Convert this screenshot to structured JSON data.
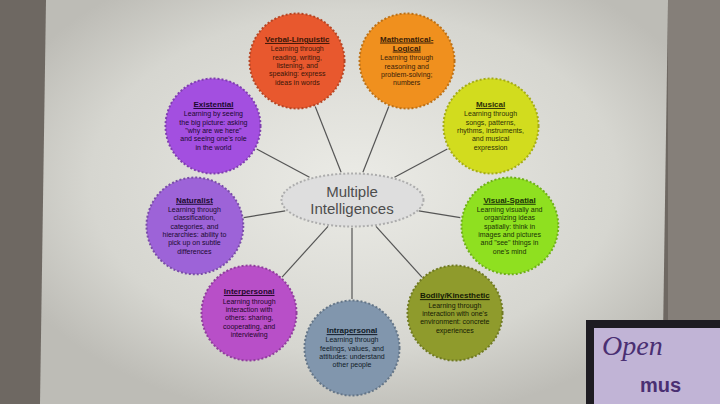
{
  "diagram": {
    "nodes": [
      {
        "text": [
          "Multiple Intelligences"
        ]
      },
      {
        "text": [
          "Verbal-Linguistic",
          "Learning through reading, writing, listening, and speaking: express ideas in words"
        ]
      },
      {
        "text": [
          "Mathematical-Logical",
          "Learning through reasoning and problem-solving; numbers"
        ]
      },
      {
        "text": [
          "Musical",
          "Learning through songs, patterns, rhythms, instruments, and musical expression"
        ]
      },
      {
        "text": [
          "Visual-Spatial",
          "Learning visually and organizing ideas spatially: think in images and pictures and \"see\" things in one's mind"
        ]
      },
      {
        "text": [
          "Bodily/Kinesthetic",
          "Learning through interaction with one's environment: concrete experiences"
        ]
      },
      {
        "text": [
          "Intrapersonal",
          "Learning through feelings, values, and attitudes: understand other people"
        ]
      },
      {
        "text": [
          "Interpersonal",
          "Learning through interaction with others: sharing, cooperating, and interviewing"
        ]
      },
      {
        "text": [
          "Naturalist",
          "Learning through classification, categories, and hierarchies: ability to pick up on subtle differences"
        ]
      },
      {
        "text": [
          "Existential",
          "Learning by seeing the big picture: asking \"why are we here\" and seeing one's role in the world"
        ]
      }
    ],
    "edges": [
      {
        "from": 0,
        "to": 1,
        "arrow": "none"
      },
      {
        "from": 0,
        "to": 2,
        "arrow": "none"
      },
      {
        "from": 0,
        "to": 3,
        "arrow": "none"
      },
      {
        "from": 0,
        "to": 4,
        "arrow": "none"
      },
      {
        "from": 0,
        "to": 5,
        "arrow": "none"
      },
      {
        "from": 0,
        "to": 6,
        "arrow": "none"
      },
      {
        "from": 0,
        "to": 7,
        "arrow": "none"
      },
      {
        "from": 0,
        "to": 8,
        "arrow": "none"
      },
      {
        "from": 0,
        "to": 9,
        "arrow": "none"
      }
    ],
    "labels": [
      "Open",
      "mus"
    ]
  }
}
